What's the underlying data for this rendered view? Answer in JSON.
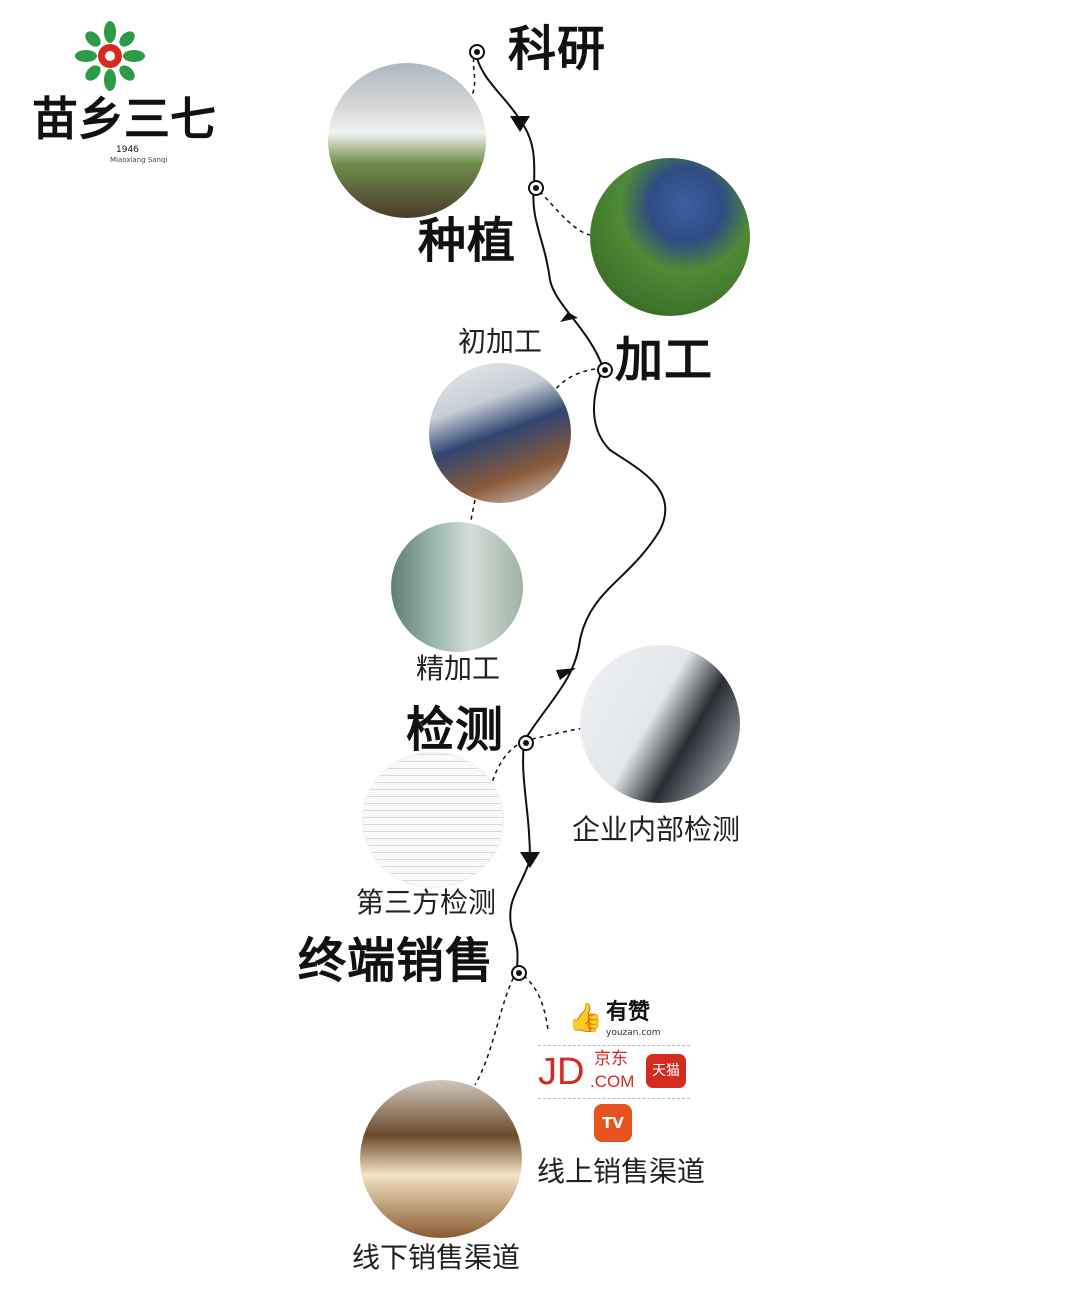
{
  "logo": {
    "brand": "苗乡三七",
    "year": "1946",
    "subtitle": "Miaoxiang Sanqi"
  },
  "stages": {
    "research": "科研",
    "planting": "种植",
    "processing": "加工",
    "primary_processing": "初加工",
    "fine_processing": "精加工",
    "testing": "检测",
    "internal_testing": "企业内部检测",
    "third_party_testing": "第三方检测",
    "sales": "终端销售",
    "online_sales": "线上销售渠道",
    "offline_sales": "线下销售渠道"
  },
  "online_channels": {
    "youzan": "有赞",
    "youzan_domain": "youzan.com",
    "jd_prefix": "JD",
    "jd_cn": "京东",
    "jd_com": ".COM",
    "tmall": "天猫",
    "tv": "TV"
  },
  "colors": {
    "brand_red": "#d42a20",
    "line": "#111111"
  }
}
